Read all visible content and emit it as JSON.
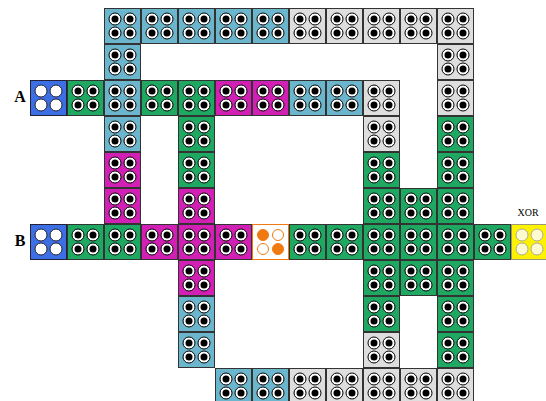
{
  "diagram": {
    "labels": [
      "A",
      "B",
      "XOR"
    ]
  }
}
